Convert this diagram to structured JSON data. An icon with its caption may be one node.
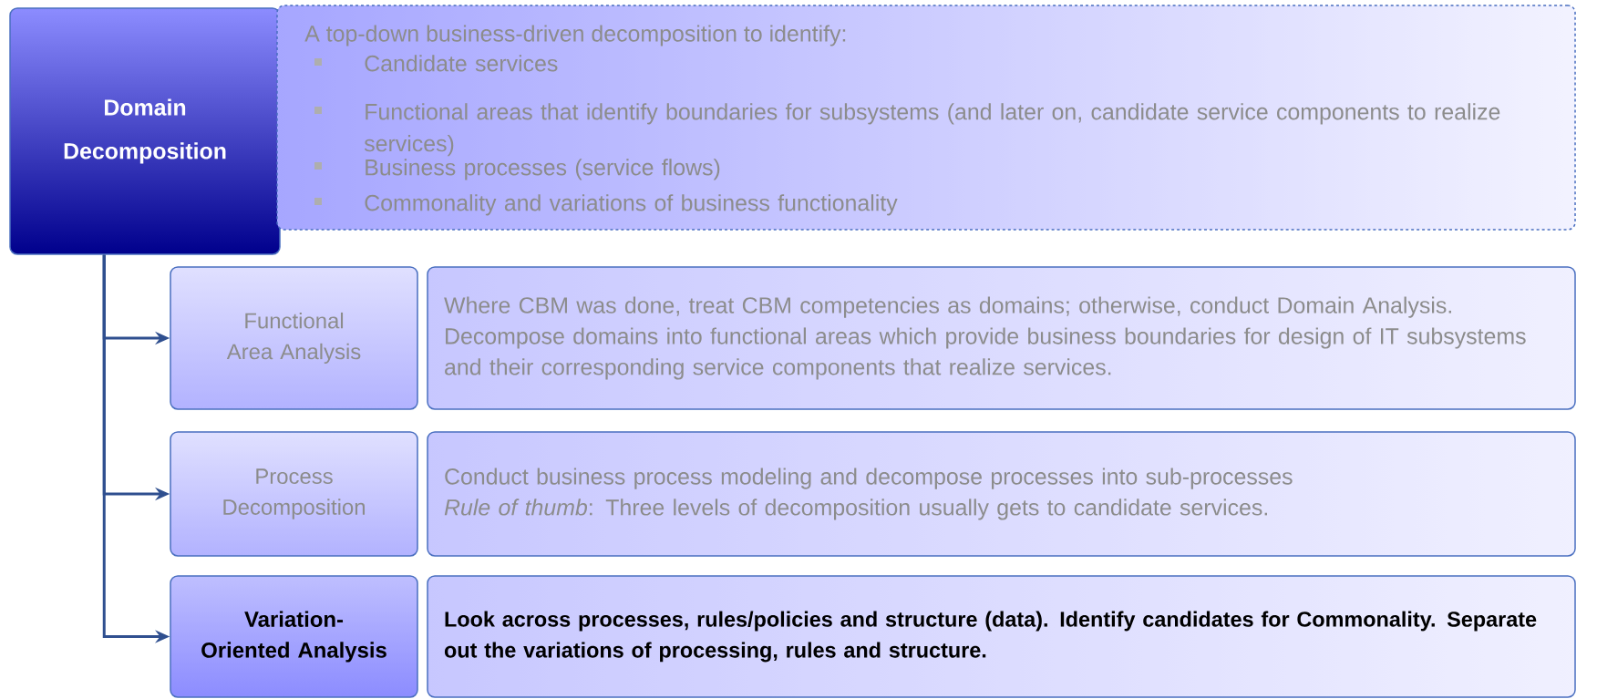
{
  "diagram": {
    "nodes": [
      {
        "text": [
          "Domain Decomposition"
        ]
      },
      {
        "text": [
          "A top-down business-driven decomposition to identify:",
          "Candidate services",
          "Functional areas that identify boundaries for subsystems (and later on, candidate service components to realize services)",
          "Business processes (service flows)",
          "Commonality and variations of business functionality"
        ]
      },
      {
        "text": [
          "Functional Area Analysis"
        ]
      },
      {
        "text": [
          "Where CBM was done, treat CBM competencies as domains; otherwise, conduct Domain Analysis.  Decompose domains into functional areas which provide business boundaries for design of IT subsystems and their corresponding service components that realize services."
        ]
      },
      {
        "text": [
          "Process Decomposition"
        ]
      },
      {
        "text": [
          "Conduct business process modeling and decompose processes into sub-processes",
          "*Rule of thumb*: Three levels of decomposition usually gets to candidate services."
        ]
      },
      {
        "text": [
          "Variation-Oriented Analysis"
        ]
      },
      {
        "text": [
          "Look across processes, rules/policies and structure (data). Identify candidates for Commonality. Separate out the variations of processing, rules and structure."
        ]
      }
    ],
    "edges": [
      {
        "from": 0,
        "to": 2,
        "arrow": "to"
      },
      {
        "from": 0,
        "to": 4,
        "arrow": "to"
      },
      {
        "from": 0,
        "to": 6,
        "arrow": "to"
      }
    ]
  }
}
